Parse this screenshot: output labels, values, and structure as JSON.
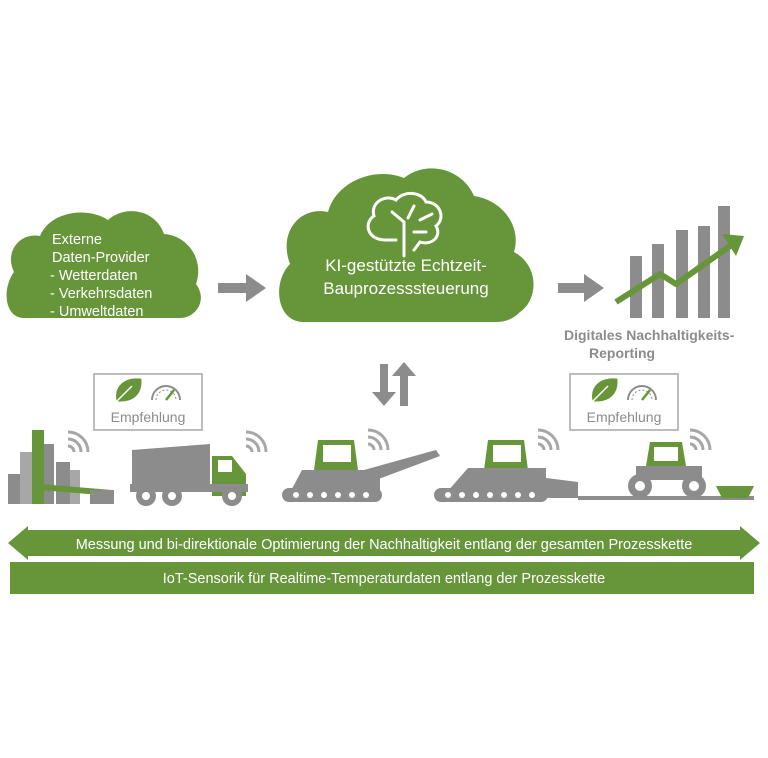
{
  "colors": {
    "green": "#67963a",
    "dark_green": "#4f7a28",
    "gray": "#8c8c8c",
    "light_gray": "#a7a7a7",
    "white": "#ffffff"
  },
  "clouds": {
    "external": {
      "title_line1": "Externe",
      "title_line2": "Daten-Provider",
      "items": [
        "- Wetterdaten",
        "- Verkehrsdaten",
        "- Umweltdaten"
      ]
    },
    "ai": {
      "line1": "KI-gestützte Echtzeit-",
      "line2": "Bauprozesssteuerung",
      "icon": "brain-icon"
    }
  },
  "reporting": {
    "line1": "Digitales Nachhaltigkeits-",
    "line2": "Reporting",
    "icon": "bar-chart-growth-icon"
  },
  "recommendation_boxes": [
    {
      "label": "Empfehlung",
      "icons": [
        "leaf-icon",
        "gauge-icon"
      ]
    },
    {
      "label": "Empfehlung",
      "icons": [
        "leaf-icon",
        "gauge-icon"
      ]
    }
  ],
  "machines": [
    "asphalt-plant-icon",
    "truck-icon",
    "paver-icon",
    "paver-icon",
    "roller-icon"
  ],
  "bottom_bars": {
    "measurement": "Messung und bi-direktionale Optimierung der Nachhaltigkeit entlang der gesamten Prozesskette",
    "iot": "IoT-Sensorik für Realtime-Temperaturdaten entlang der Prozesskette"
  }
}
